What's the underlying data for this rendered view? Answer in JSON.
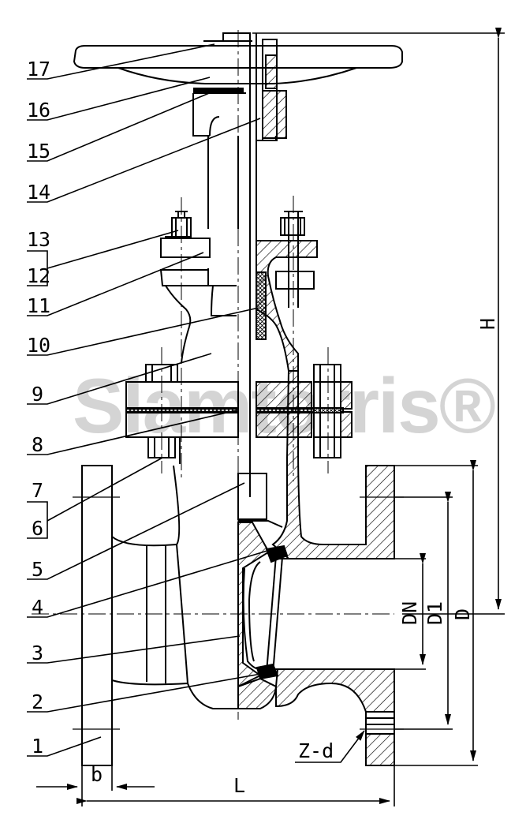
{
  "watermark": "Slamtorris®",
  "callouts": {
    "n17": "17",
    "n16": "16",
    "n15": "15",
    "n14": "14",
    "n13": "13",
    "n12": "12",
    "n11": "11",
    "n10": "10",
    "n9": "9",
    "n8": "8",
    "n7": "7",
    "n6": "6",
    "n5": "5",
    "n4": "4",
    "n3": "3",
    "n2": "2",
    "n1": "1"
  },
  "dimensions": {
    "H": "H",
    "DN": "DN",
    "D1": "D1",
    "D": "D",
    "L": "L",
    "b": "b",
    "Zd": "Z-d"
  },
  "colors": {
    "line": "#000000",
    "watermark": "#d4d4d4",
    "background": "#ffffff"
  }
}
